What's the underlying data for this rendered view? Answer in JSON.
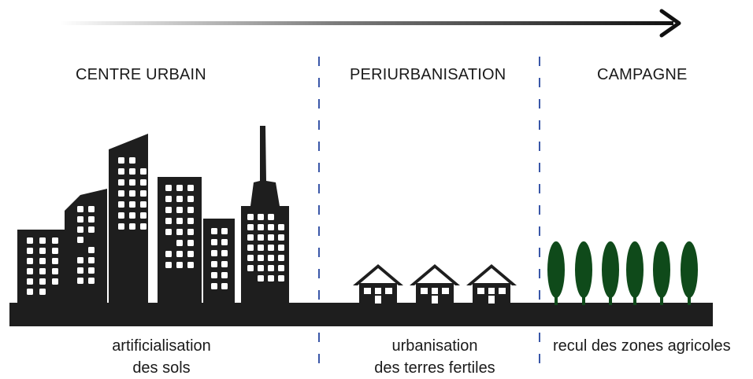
{
  "sections": [
    {
      "heading": "CENTRE URBAIN",
      "caption_line1": "artificialisation",
      "caption_line2": "des sols"
    },
    {
      "heading": "PERIURBANISATION",
      "caption_line1": "urbanisation",
      "caption_line2": "des terres fertiles"
    },
    {
      "heading": "CAMPAGNE",
      "caption_line1": "recul des zones agricoles",
      "caption_line2": ""
    }
  ],
  "colors": {
    "ground": "#1e1e1e",
    "buildings": "#1e1e1e",
    "windows": "#ffffff",
    "trees": "#0f4a1a",
    "divider": "#3a57a8",
    "arrow": "#111111"
  },
  "icons": {
    "arrow": "right-arrow-icon",
    "city": "city-skyline-icon",
    "house": "house-icon",
    "tree": "tree-icon"
  }
}
